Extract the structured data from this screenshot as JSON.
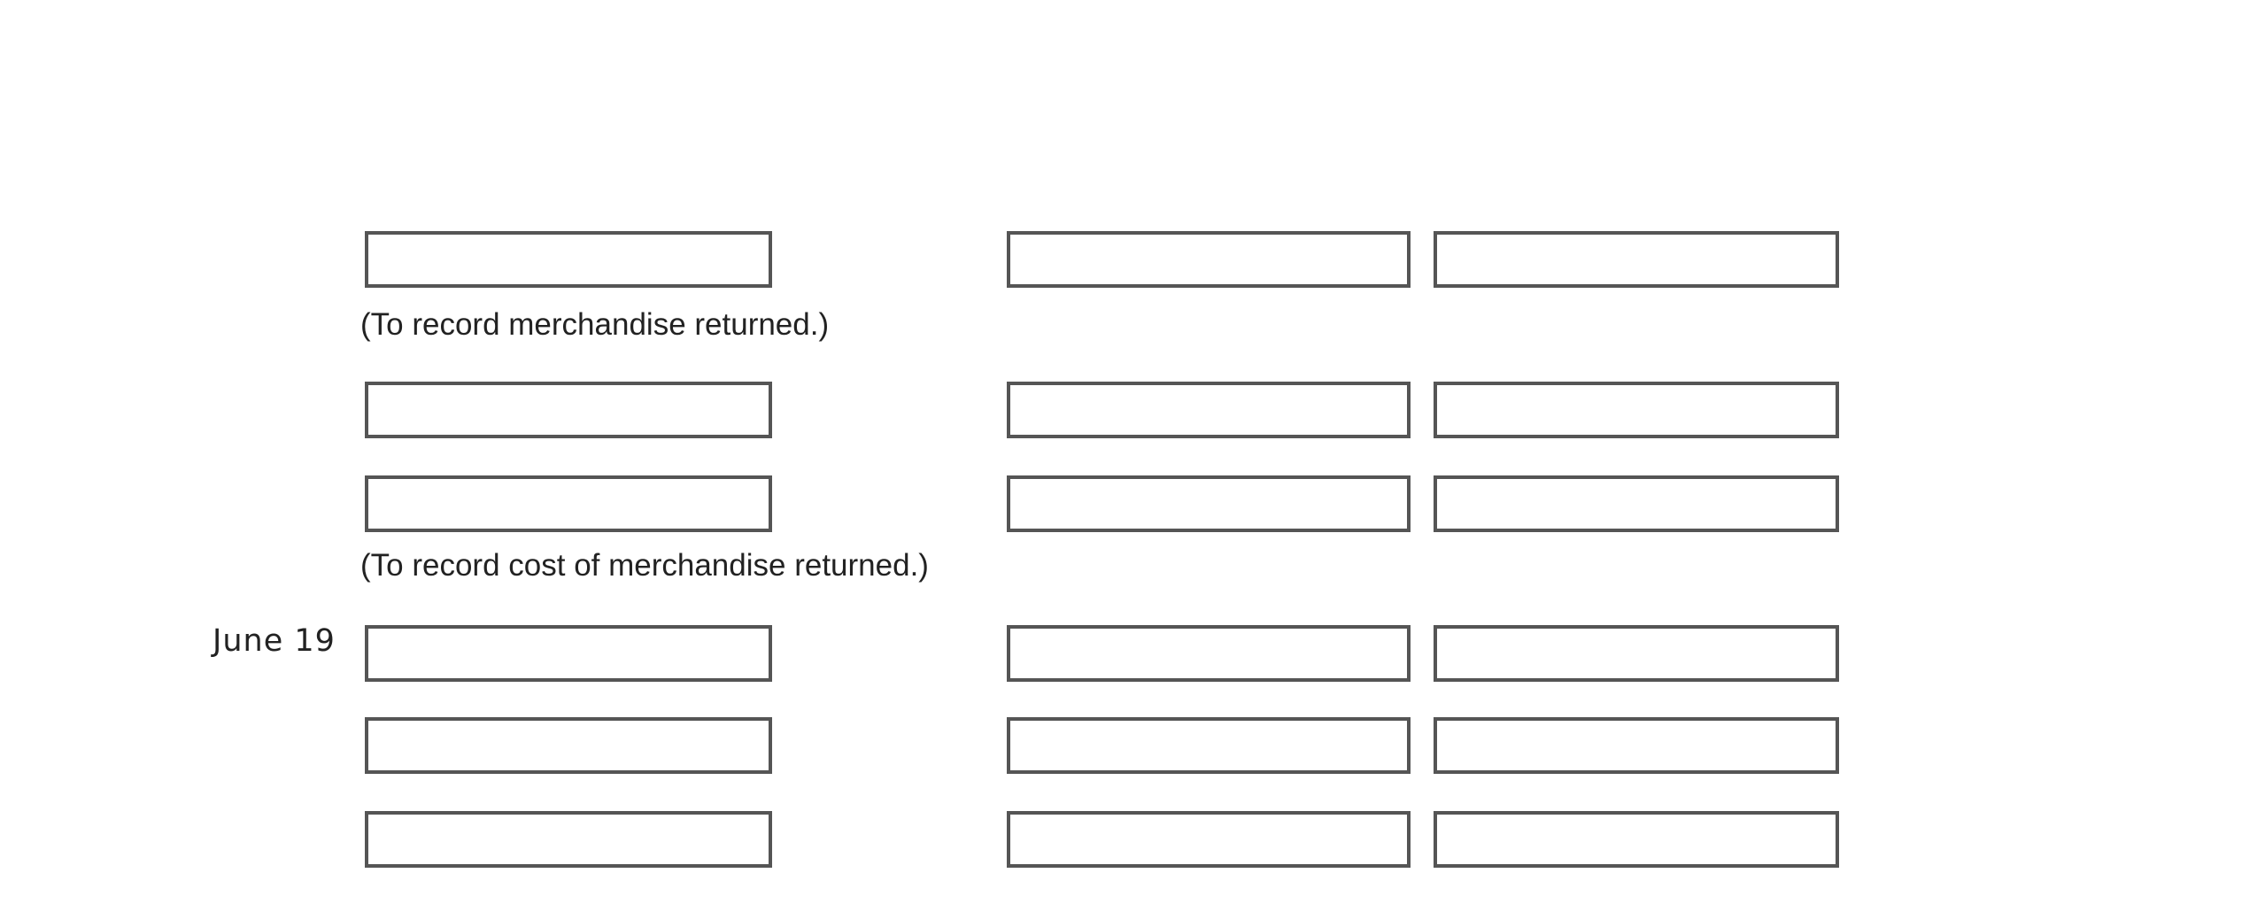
{
  "entries": [
    {
      "date": "",
      "explanation": "(To record merchandise returned.)"
    },
    {
      "date": "",
      "explanation": "(To record cost of merchandise returned.)"
    },
    {
      "date": "June 19",
      "explanation": ""
    }
  ],
  "rows": [
    {
      "account": "",
      "debit": "",
      "credit": ""
    },
    {
      "account": "",
      "debit": "",
      "credit": ""
    },
    {
      "account": "",
      "debit": "",
      "credit": ""
    },
    {
      "account": "",
      "debit": "",
      "credit": ""
    },
    {
      "account": "",
      "debit": "",
      "credit": ""
    },
    {
      "account": "",
      "debit": "",
      "credit": ""
    }
  ]
}
